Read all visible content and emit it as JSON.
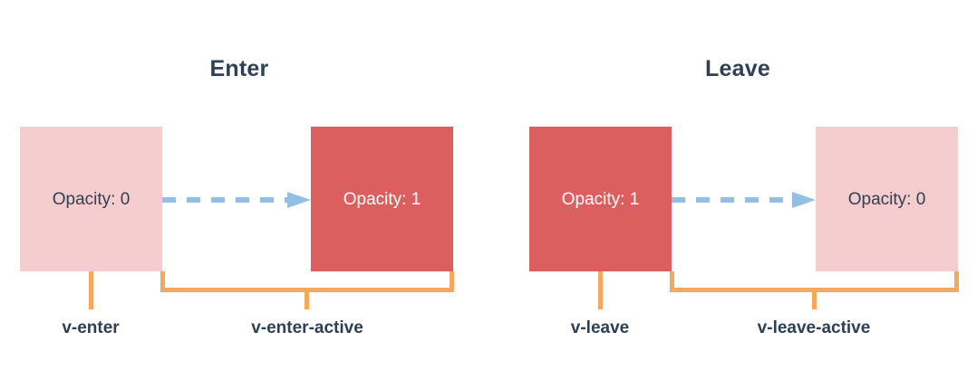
{
  "colors": {
    "background": "#ffffff",
    "box_pale": "#f5cdce",
    "box_solid": "#dc5f5f",
    "bracket_orange": "#f5a960",
    "arrow_blue": "#93bfe5",
    "text_dark": "#2f4054",
    "text_light": "#ffffff"
  },
  "sections": [
    {
      "key": "enter",
      "title": "Enter",
      "start_box": {
        "label": "Opacity: 0",
        "style": "pale"
      },
      "end_box": {
        "label": "Opacity: 1",
        "style": "solid"
      },
      "arrow": "dashed-right-arrow-icon",
      "class_labels": {
        "from": "v-enter",
        "active": "v-enter-active"
      }
    },
    {
      "key": "leave",
      "title": "Leave",
      "start_box": {
        "label": "Opacity: 1",
        "style": "solid"
      },
      "end_box": {
        "label": "Opacity: 0",
        "style": "pale"
      },
      "arrow": "dashed-right-arrow-icon",
      "class_labels": {
        "from": "v-leave",
        "active": "v-leave-active"
      }
    }
  ]
}
